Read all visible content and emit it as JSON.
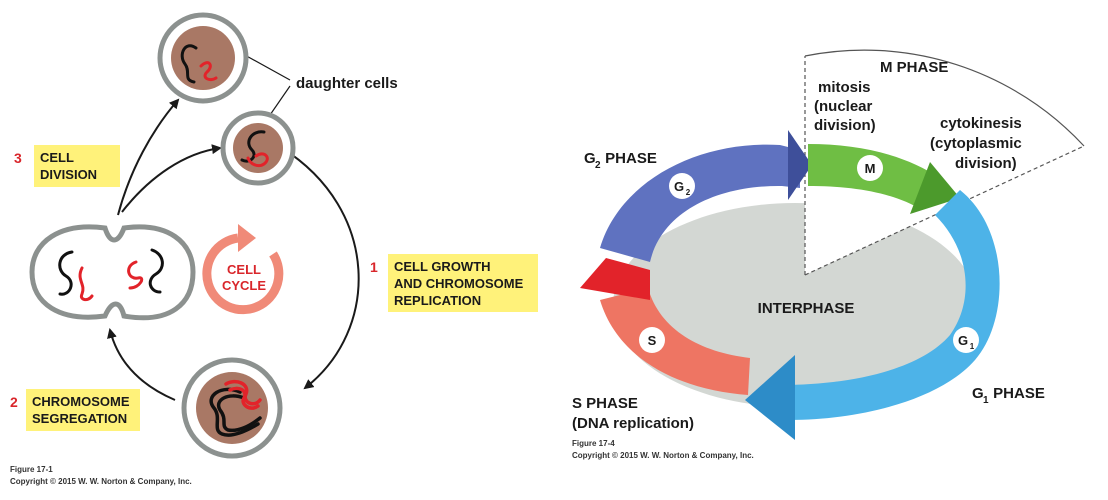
{
  "left_figure": {
    "daughter_cells_label": "daughter cells",
    "step1": {
      "number": "1",
      "line1": "CELL GROWTH",
      "line2": "AND CHROMOSOME",
      "line3": "REPLICATION"
    },
    "step2": {
      "number": "2",
      "line1": "CHROMOSOME",
      "line2": "SEGREGATION"
    },
    "step3": {
      "number": "3",
      "line1": "CELL",
      "line2": "DIVISION"
    },
    "cycle_line1": "CELL",
    "cycle_line2": "CYCLE",
    "caption_figure": "Figure 17-1",
    "caption_copyright": "Copyright © 2015 W. W. Norton & Company, Inc."
  },
  "right_figure": {
    "m_phase_label": "M PHASE",
    "mitosis": {
      "line1": "mitosis",
      "line2": "(nuclear",
      "line3": "division)"
    },
    "cytokinesis": {
      "line1": "cytokinesis",
      "line2": "(cytoplasmic",
      "line3": "division)"
    },
    "g2_phase": {
      "main": "G",
      "sub": "2",
      "rest": " PHASE"
    },
    "g1_phase": {
      "main": "G",
      "sub": "1",
      "rest": " PHASE"
    },
    "s_phase": {
      "line1": "S PHASE",
      "line2": "(DNA replication)"
    },
    "interphase_label": "INTERPHASE",
    "badges": {
      "m": "M",
      "g2_main": "G",
      "g2_sub": "2",
      "s": "S",
      "g1_main": "G",
      "g1_sub": "1"
    },
    "caption_figure": "Figure 17-4",
    "caption_copyright": "Copyright © 2015 W. W. Norton & Company, Inc."
  },
  "colors": {
    "label_box": "#fff27a",
    "cell_border": "#8c918f",
    "nucleus": "#a97865",
    "chromosome_red": "#e2232a",
    "cycle_arrow": "#f08a78",
    "m_phase": "#6fbe44",
    "g1_phase": "#4db3e8",
    "s_phase": "#ee7563",
    "g2_phase": "#5f72c0",
    "interphase_disc": "#d3d7d3"
  }
}
